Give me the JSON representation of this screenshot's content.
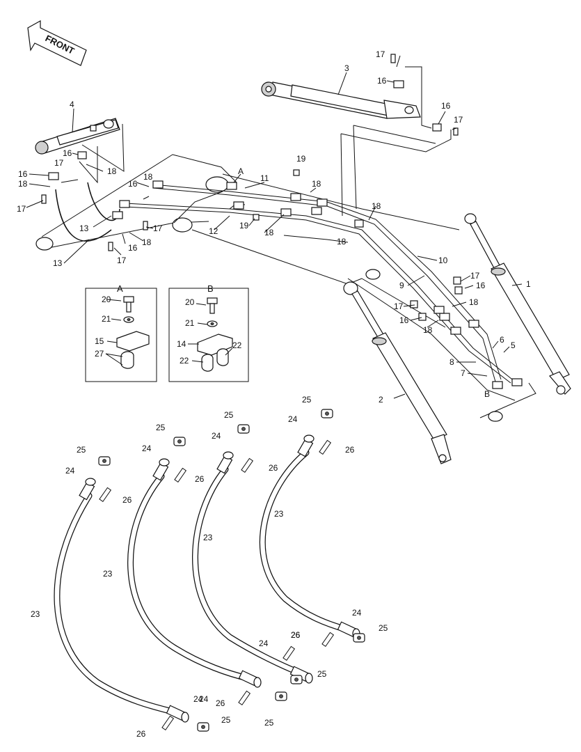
{
  "front_label": "FRONT",
  "inset_a": {
    "title": "A",
    "callouts": [
      "20",
      "21",
      "15",
      "27"
    ]
  },
  "inset_b": {
    "title": "B",
    "callouts": [
      "20",
      "21",
      "14",
      "22",
      "22"
    ]
  },
  "upper_callouts": {
    "c17_top": "17",
    "c3": "3",
    "c16_top": "16",
    "c16_right": "16",
    "c17_right": "17",
    "c4": "4",
    "c16_a": "16",
    "c18_a": "18",
    "c17_a": "17",
    "c16_b": "16",
    "c18_b": "18",
    "c17_b": "17",
    "c16_c": "16",
    "c18_c": "18",
    "c19_top": "19",
    "cA": "A",
    "c11": "11",
    "c18_d": "18",
    "c18_e": "18",
    "c13_a": "13",
    "c17_c": "17",
    "c16_d": "16",
    "c18_f": "18",
    "c13_b": "13",
    "c17_d": "17",
    "c12": "12",
    "c19_mid": "19",
    "c18_g": "18",
    "c18_h": "18",
    "c10": "10",
    "c9": "9",
    "c1": "1",
    "c17_e": "17",
    "c16_e": "16",
    "c17_f": "17",
    "c16_f": "16",
    "c18_i": "18",
    "c18_j": "18",
    "c6": "6",
    "c5": "5",
    "c8": "8",
    "c7": "7",
    "cB": "B",
    "c2": "2"
  },
  "hose_callouts": {
    "h1": {
      "c25_top": "25",
      "c24_top": "24",
      "c26_top": "26",
      "c23": "23",
      "c24_bot": "24",
      "c26_bot": "26",
      "c25_bot": "25"
    },
    "h2": {
      "c25_top": "25",
      "c24_top": "24",
      "c26_top": "26",
      "c23": "23",
      "c24_bot": "24",
      "c26_bot": "26",
      "c25_bot": "25"
    },
    "h3": {
      "c25_top": "25",
      "c24_top": "24",
      "c26_top": "26",
      "c23": "23",
      "c24_bot": "24",
      "c26_bot": "26",
      "c25_bot": "25"
    },
    "h4": {
      "c25_top": "25",
      "c24_top": "24",
      "c26_top": "26",
      "c23": "23",
      "c24_bot": "24",
      "c26_bot": "26",
      "c25_bot": "25"
    }
  }
}
